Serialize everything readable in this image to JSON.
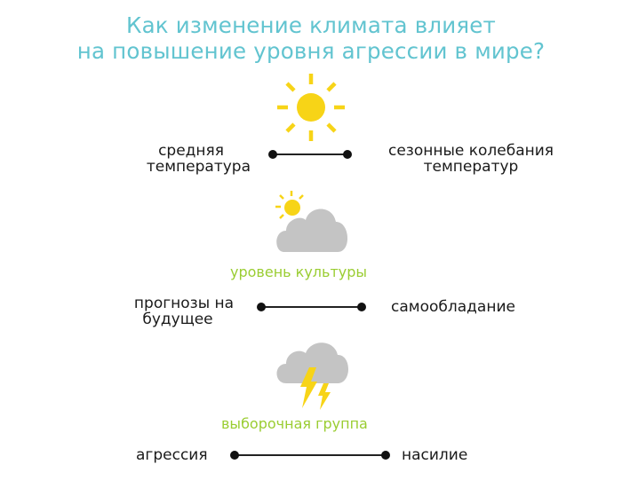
{
  "colors": {
    "title": "#62c4d0",
    "green_label": "#9acd32",
    "sun": "#f7d417",
    "cloud": "#c4c4c4",
    "lightning": "#f7d417",
    "text": "#1a1a1a"
  },
  "title": {
    "line1": "Как изменение климата влияет",
    "line2": "на повышение уровня агрессии в мире?"
  },
  "icons": [
    "sun-icon",
    "sun-cloud-icon",
    "storm-cloud-icon"
  ],
  "section1": {
    "left_line1": "средняя",
    "left_line2": "температура",
    "right_line1": "сезонные колебания",
    "right_line2": "температур"
  },
  "section2": {
    "heading": "уровень культуры",
    "left_line1": "прогнозы на",
    "left_line2": "будущее",
    "right": "самообладание"
  },
  "section3": {
    "heading": "выборочная группа",
    "left": "агрессия",
    "right": "насилие"
  }
}
